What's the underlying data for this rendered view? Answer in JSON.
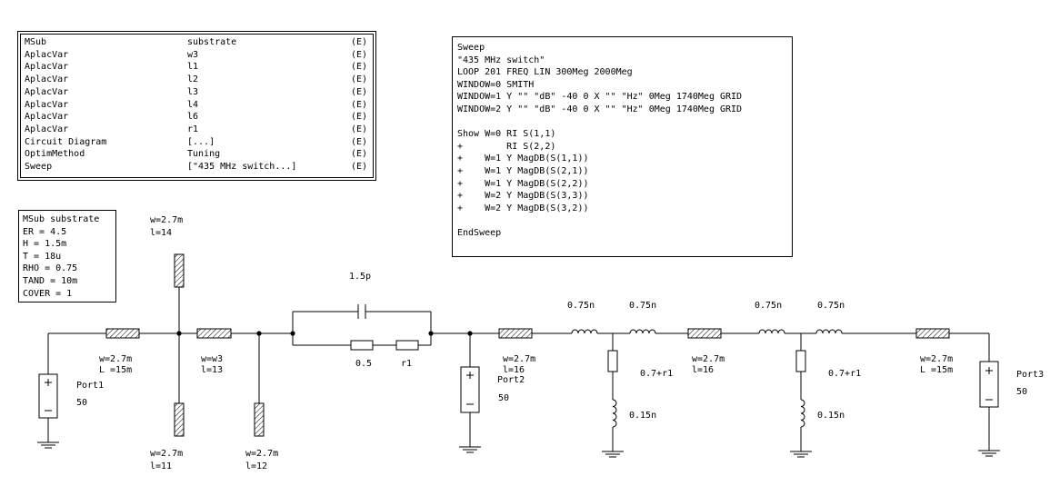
{
  "variables_table": {
    "rows": [
      {
        "type": "MSub",
        "value": "substrate",
        "flag": "(E)"
      },
      {
        "type": "AplacVar",
        "value": "w3",
        "flag": "(E)"
      },
      {
        "type": "AplacVar",
        "value": "l1",
        "flag": "(E)"
      },
      {
        "type": "AplacVar",
        "value": "l2",
        "flag": "(E)"
      },
      {
        "type": "AplacVar",
        "value": "l3",
        "flag": "(E)"
      },
      {
        "type": "AplacVar",
        "value": "l4",
        "flag": "(E)"
      },
      {
        "type": "AplacVar",
        "value": "l6",
        "flag": "(E)"
      },
      {
        "type": "AplacVar",
        "value": "r1",
        "flag": "(E)"
      },
      {
        "type": "Circuit Diagram",
        "value": "[...]",
        "flag": "(E)"
      },
      {
        "type": "OptimMethod",
        "value": "Tuning",
        "flag": "(E)"
      },
      {
        "type": "Sweep",
        "value": "[\"435 MHz switch...]",
        "flag": "(E)"
      }
    ]
  },
  "sweep_box": {
    "lines": [
      "Sweep",
      "\"435 MHz switch\"",
      "LOOP 201 FREQ LIN 300Meg 2000Meg",
      "WINDOW=0 SMITH",
      "WINDOW=1 Y \"\" \"dB\" -40 0 X \"\" \"Hz\" 0Meg 1740Meg GRID",
      "WINDOW=2 Y \"\" \"dB\" -40 0 X \"\" \"Hz\" 0Meg 1740Meg GRID",
      "",
      "Show W=0 RI S(1,1)",
      "+        RI S(2,2)",
      "+    W=1 Y MagDB(S(1,1))",
      "+    W=1 Y MagDB(S(2,1))",
      "+    W=1 Y MagDB(S(2,2))",
      "+    W=2 Y MagDB(S(3,3))",
      "+    W=2 Y MagDB(S(3,2))",
      "",
      "EndSweep"
    ]
  },
  "substrate_box": {
    "lines": [
      "MSub substrate",
      "ER = 4.5",
      "H = 1.5m",
      "T = 18u",
      "RHO = 0.75",
      "TAND = 10m",
      "COVER = 1"
    ]
  },
  "schematic": {
    "labels": {
      "stub14_w": "w=2.7m",
      "stub14_l": "l=14",
      "cap": "1.5p",
      "tl1_w": "w=2.7m",
      "tl1_l": "L =15m",
      "tl2_w": "w=w3",
      "tl2_l": "l=13",
      "port1": "Port1",
      "port1_z": "50",
      "stub11_w": "w=2.7m",
      "stub11_l": "l=11",
      "stub12_w": "w=2.7m",
      "stub12_l": "l=12",
      "r_fixed": "0.5",
      "r_var": "r1",
      "tl3_w": "w=2.7m",
      "tl3_l": "l=16",
      "port2": "Port2",
      "port2_z": "50",
      "ind1": "0.75n",
      "ind2": "0.75n",
      "res1": "0.7+r1",
      "ind_sh1": "0.15n",
      "tl4_w": "w=2.7m",
      "tl4_l": "l=16",
      "ind3": "0.75n",
      "ind4": "0.75n",
      "res2": "0.7+r1",
      "ind_sh2": "0.15n",
      "tl5_w": "w=2.7m",
      "tl5_l": "L =15m",
      "port3": "Port3",
      "port3_z": "50"
    }
  }
}
